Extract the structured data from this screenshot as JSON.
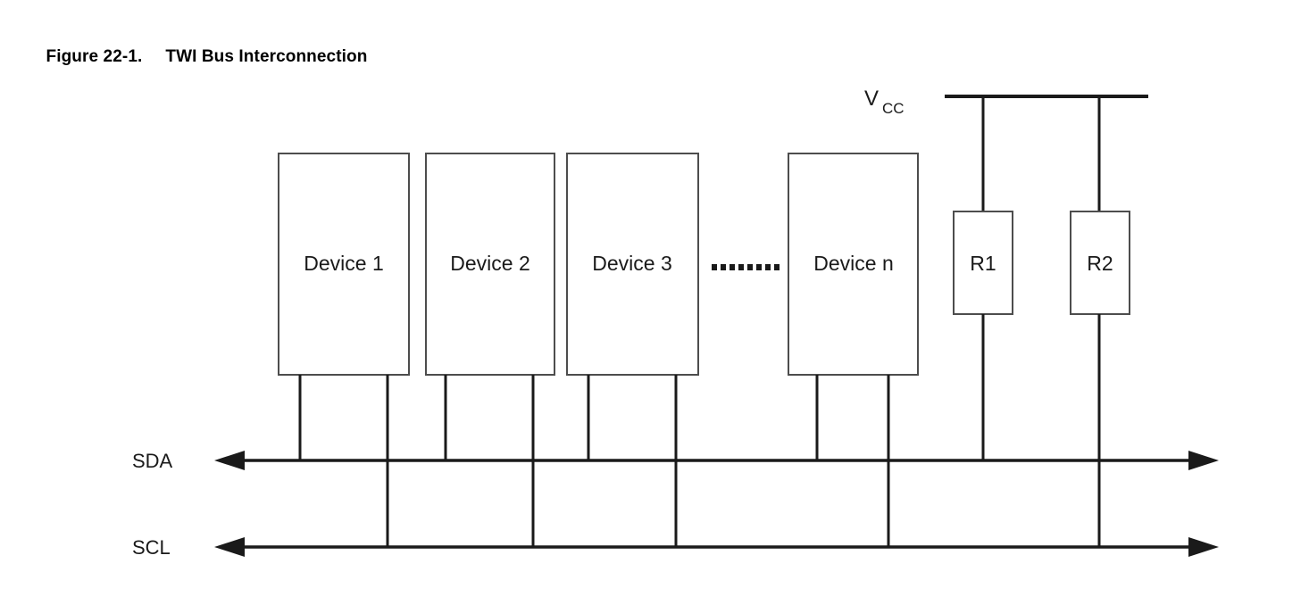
{
  "figure": {
    "caption_label": "Figure 22-1.",
    "caption_title": "TWI Bus Interconnection",
    "background_color": "#ffffff",
    "line_color": "#1a1a1a",
    "box_stroke_color": "#4d4d4d"
  },
  "power": {
    "label_main": "V",
    "label_sub": "CC"
  },
  "devices": [
    {
      "label": "Device 1"
    },
    {
      "label": "Device 2"
    },
    {
      "label": "Device 3"
    },
    {
      "label": "Device n"
    }
  ],
  "continuation": {
    "symbol": "........",
    "dot_count": 8
  },
  "resistors": [
    {
      "label": "R1"
    },
    {
      "label": "R2"
    }
  ],
  "buses": [
    {
      "label": "SDA"
    },
    {
      "label": "SCL"
    }
  ]
}
